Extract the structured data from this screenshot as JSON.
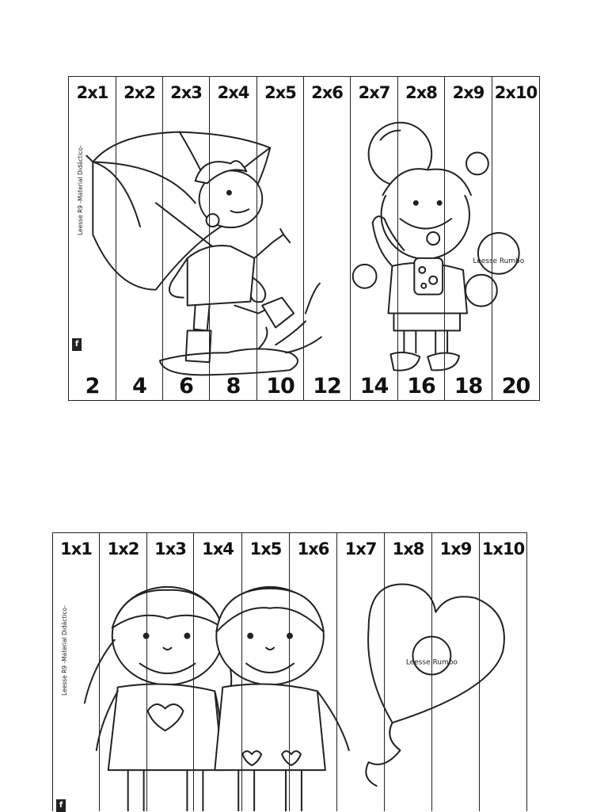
{
  "puzzles": [
    {
      "credit": "Leesse R9 -Material Didáctico-",
      "strips": [
        {
          "problem": "2x1",
          "answer": "2"
        },
        {
          "problem": "2x2",
          "answer": "4"
        },
        {
          "problem": "2x3",
          "answer": "6"
        },
        {
          "problem": "2x4",
          "answer": "8"
        },
        {
          "problem": "2x5",
          "answer": "10"
        },
        {
          "problem": "2x6",
          "answer": "12"
        },
        {
          "problem": "2x7",
          "answer": "14"
        },
        {
          "problem": "2x8",
          "answer": "16"
        },
        {
          "problem": "2x9",
          "answer": "18"
        },
        {
          "problem": "2x10",
          "answer": "20"
        }
      ],
      "logo_text": "Leesse Rumbo"
    },
    {
      "credit": "Leesse R9 -Material Didáctico-",
      "strips": [
        {
          "problem": "1x1"
        },
        {
          "problem": "1x2"
        },
        {
          "problem": "1x3"
        },
        {
          "problem": "1x4"
        },
        {
          "problem": "1x5"
        },
        {
          "problem": "1x6"
        },
        {
          "problem": "1x7"
        },
        {
          "problem": "1x8"
        },
        {
          "problem": "1x9"
        },
        {
          "problem": "1x10"
        }
      ],
      "logo_text": "Leesse Rumbo"
    }
  ],
  "icons": {
    "facebook": "facebook-icon"
  }
}
